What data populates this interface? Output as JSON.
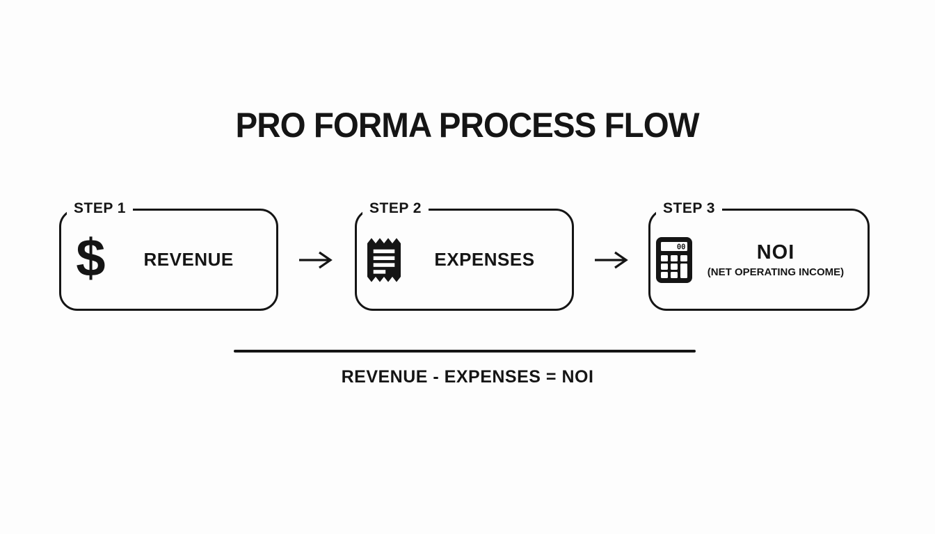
{
  "title": "PRO FORMA PROCESS FLOW",
  "steps": [
    {
      "label": "STEP 1",
      "name": "REVENUE",
      "icon": "dollar-icon",
      "glyph": "$"
    },
    {
      "label": "STEP 2",
      "name": "EXPENSES",
      "icon": "receipt-icon"
    },
    {
      "label": "STEP 3",
      "name": "NOI",
      "icon": "calculator-icon",
      "subtitle": "(NET OPERATING INCOME)",
      "display": "00"
    }
  ],
  "formula": "REVENUE - EXPENSES = NOI",
  "colors": {
    "ink": "#151515",
    "background": "#fdfdfd"
  }
}
